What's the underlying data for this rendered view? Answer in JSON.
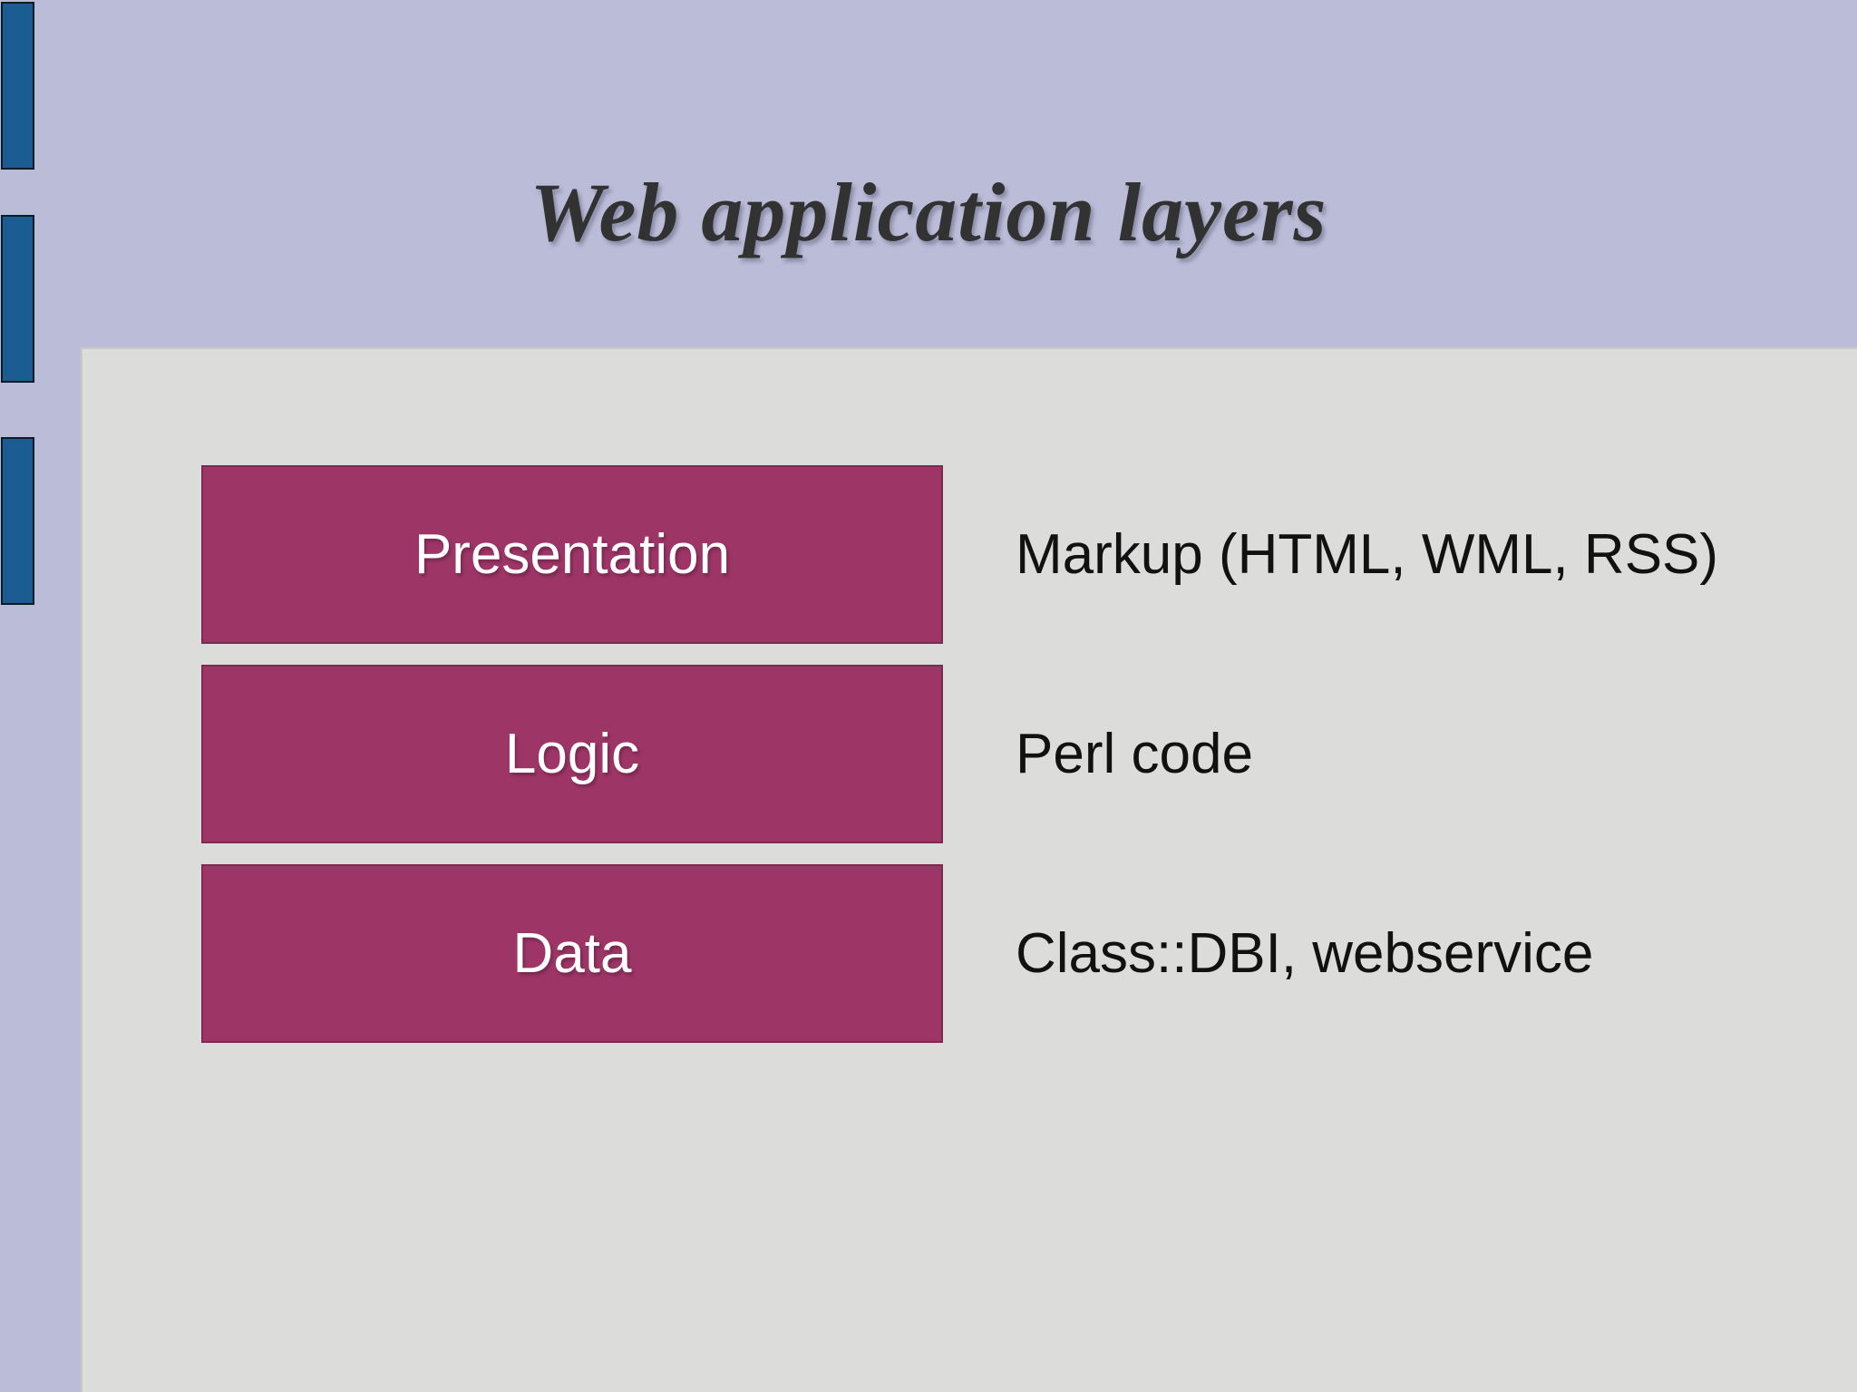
{
  "slide": {
    "title": "Web application layers",
    "layers": [
      {
        "name": "Presentation",
        "tech": "Markup (HTML, WML, RSS)"
      },
      {
        "name": "Logic",
        "tech": "Perl code"
      },
      {
        "name": "Data",
        "tech": "Class::DBI, webservice"
      }
    ],
    "decor": {
      "left_marker_count": 3
    },
    "colors": {
      "background": "#bbbdd8",
      "panel": "#dcdcda",
      "layer_box_fill": "#9d3567",
      "layer_box_border": "#7d2a52",
      "marker_fill": "#1b5c93",
      "marker_border": "#0c1b28",
      "title_text": "#323232",
      "body_text": "#111111",
      "box_text": "#ffffff"
    }
  }
}
